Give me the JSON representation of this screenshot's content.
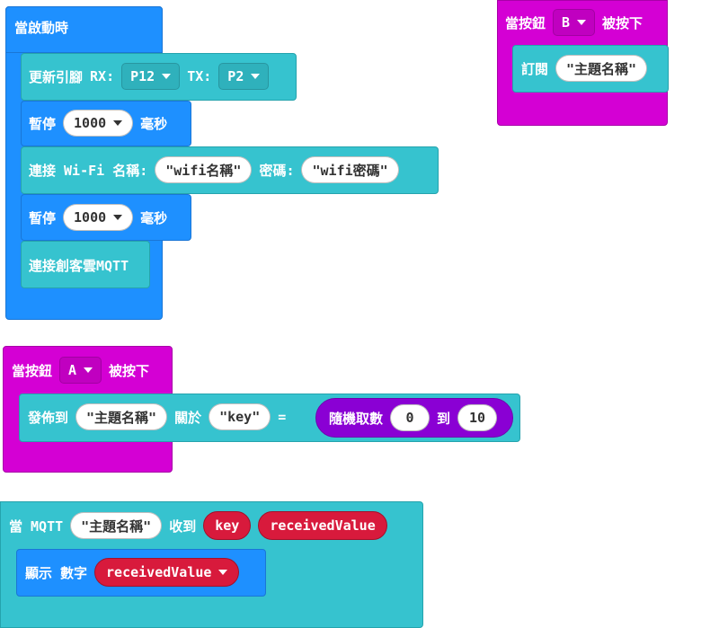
{
  "on_start": {
    "hat": "當啟動時",
    "pins": {
      "label": "更新引腳",
      "rx_label": "RX:",
      "rx": "P12",
      "tx_label": "TX:",
      "tx": "P2"
    },
    "pause1": {
      "label": "暫停",
      "value": "1000",
      "unit": "毫秒"
    },
    "wifi": {
      "label": "連接 Wi-Fi 名稱:",
      "ssid": "\"wifi名稱\"",
      "pwd_label": "密碼:",
      "pwd": "\"wifi密碼\""
    },
    "pause2": {
      "label": "暫停",
      "value": "1000",
      "unit": "毫秒"
    },
    "connect": "連接創客雲MQTT"
  },
  "button_b": {
    "hat_prefix": "當按鈕",
    "button": "B",
    "hat_suffix": "被按下",
    "subscribe": "訂閱",
    "topic": "\"主題名稱\""
  },
  "button_a": {
    "hat_prefix": "當按鈕",
    "button": "A",
    "hat_suffix": "被按下",
    "publish": "發佈到",
    "topic": "\"主題名稱\"",
    "about": "關於",
    "key": "\"key\"",
    "eq": "=",
    "random": "隨機取數",
    "from": "0",
    "to_label": "到",
    "to": "10"
  },
  "mqtt": {
    "hat_prefix": "當 MQTT",
    "topic": "\"主題名稱\"",
    "received_label": "收到",
    "key": "key",
    "value": "receivedValue",
    "show": "顯示 數字",
    "show_var": "receivedValue"
  },
  "colors": {
    "basic": "#1e90ff",
    "input": "#d400d4",
    "mqtt": "#36c3cf",
    "math": "#8a00d4",
    "variable": "#d81a3c"
  }
}
